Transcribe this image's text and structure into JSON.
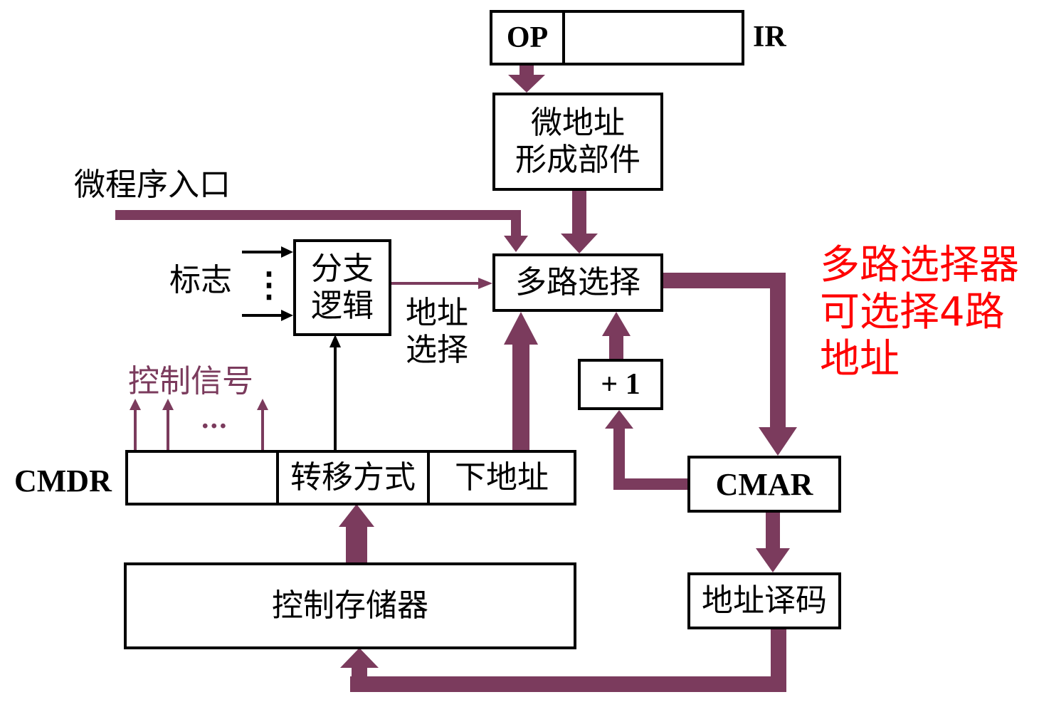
{
  "ir": {
    "op_label": "OP",
    "name": "IR"
  },
  "micro_addr_gen": {
    "line1": "微地址",
    "line2": "形成部件"
  },
  "micro_entry": "微程序入口",
  "flags": {
    "label": "标志",
    "dots": "⋮"
  },
  "branch_logic": {
    "line1": "分支",
    "line2": "逻辑"
  },
  "addr_select": {
    "line1": "地址",
    "line2": "选择"
  },
  "mux": "多路选择",
  "plus_one": "+ 1",
  "control_signals": {
    "label": "控制信号",
    "dots": "···"
  },
  "cmdr": {
    "label": "CMDR",
    "transfer_mode": "转移方式",
    "next_addr": "下地址"
  },
  "cmar": "CMAR",
  "control_store": "控制存储器",
  "addr_decode": "地址译码",
  "note": {
    "line1": "多路选择器",
    "line2": "可选择4路",
    "line3": "地址"
  },
  "colors": {
    "bus": "#7b3b5d",
    "note": "#ff0000",
    "border": "#000000"
  }
}
